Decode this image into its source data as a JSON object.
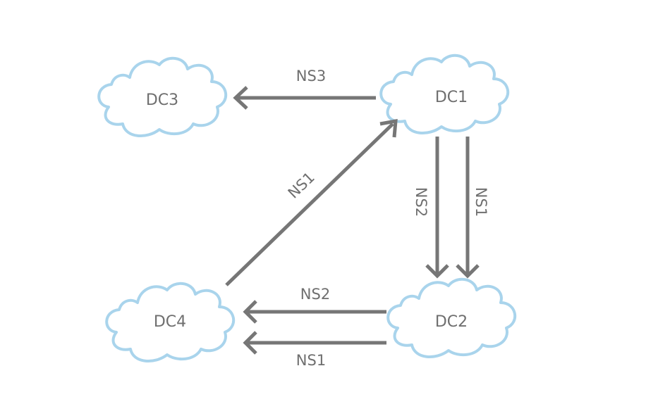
{
  "nodes": {
    "dc1": {
      "label": "DC1"
    },
    "dc2": {
      "label": "DC2"
    },
    "dc3": {
      "label": "DC3"
    },
    "dc4": {
      "label": "DC4"
    }
  },
  "edges": {
    "dc1_to_dc3": {
      "from": "DC1",
      "to": "DC3",
      "label": "NS3"
    },
    "dc4_to_dc1": {
      "from": "DC4",
      "to": "DC1",
      "label": "NS1"
    },
    "dc1_to_dc2_ns2": {
      "from": "DC1",
      "to": "DC2",
      "label": "NS2"
    },
    "dc1_to_dc2_ns1": {
      "from": "DC1",
      "to": "DC2",
      "label": "NS1"
    },
    "dc2_to_dc4_ns2": {
      "from": "DC2",
      "to": "DC4",
      "label": "NS2"
    },
    "dc2_to_dc4_ns1": {
      "from": "DC2",
      "to": "DC4",
      "label": "NS1"
    }
  },
  "colors": {
    "cloud_outline": "#a9d4ec",
    "arrow": "#767676",
    "text": "#6f6f6f"
  }
}
